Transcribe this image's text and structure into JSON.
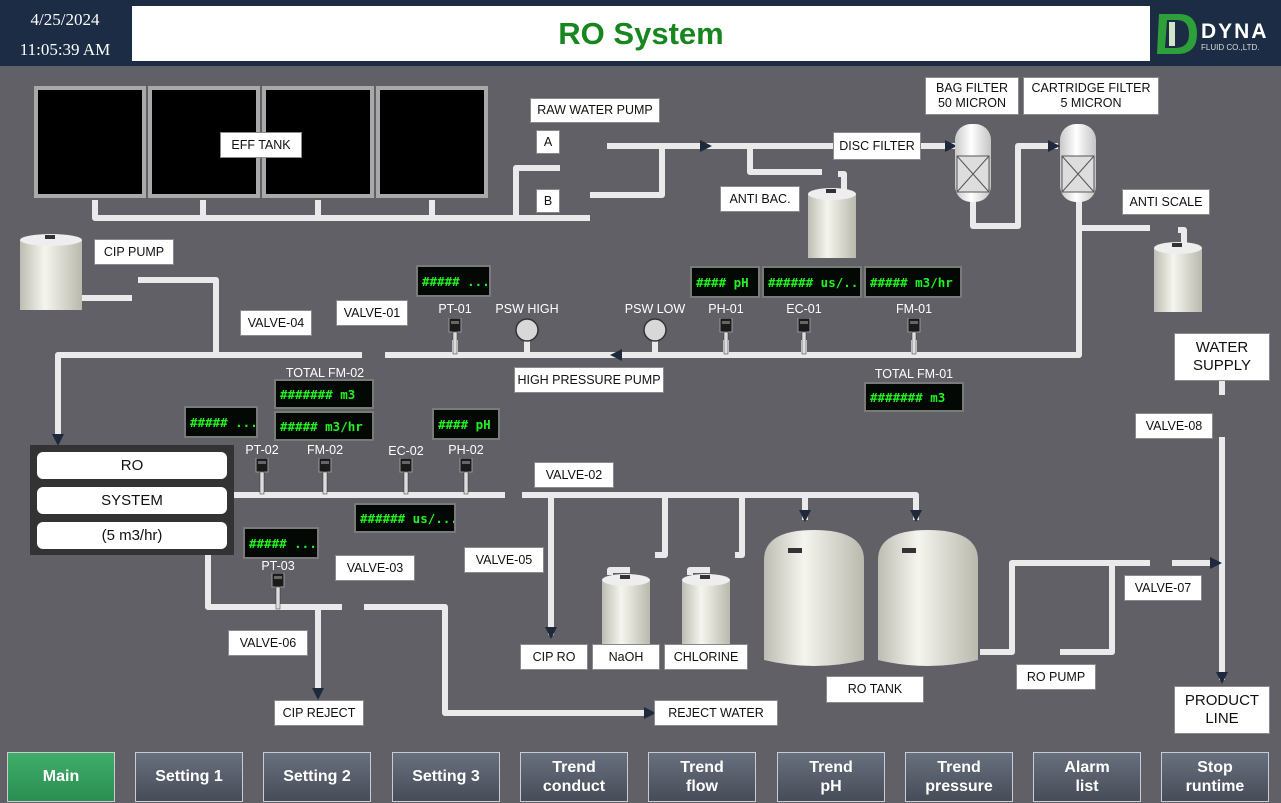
{
  "header": {
    "date": "4/25/2024",
    "time": "11:05:39 AM",
    "title": "RO System",
    "logo_text": "DYNA",
    "logo_sub": "FLUID CO.,LTD."
  },
  "labels": {
    "eff_tank": "EFF TANK",
    "raw_water_pump": "RAW WATER PUMP",
    "pump_a": "A",
    "pump_b": "B",
    "disc_filter": "DISC FILTER",
    "bag_filter_1": "BAG FILTER",
    "bag_filter_2": "50 MICRON",
    "cartridge_filter_1": "CARTRIDGE FILTER",
    "cartridge_filter_2": "5 MICRON",
    "anti_bac": "ANTI BAC.",
    "anti_scale": "ANTI SCALE",
    "cip_pump": "CIP PUMP",
    "valve_04": "VALVE-04",
    "valve_01": "VALVE-01",
    "high_pressure_pump": "HIGH PRESSURE PUMP",
    "total_fm_02": "TOTAL FM-02",
    "total_fm_01": "TOTAL FM-01",
    "water_supply_1": "WATER",
    "water_supply_2": "SUPPLY",
    "valve_08": "VALVE-08",
    "valve_02": "VALVE-02",
    "valve_05": "VALVE-05",
    "valve_03": "VALVE-03",
    "valve_06": "VALVE-06",
    "valve_07": "VALVE-07",
    "cip_ro": "CIP RO",
    "naoh": "NaOH",
    "chlorine": "CHLORINE",
    "ro_tank": "RO TANK",
    "ro_pump": "RO PUMP",
    "cip_reject": "CIP REJECT",
    "reject_water": "REJECT WATER",
    "product_line_1": "PRODUCT",
    "product_line_2": "LINE"
  },
  "ro_system": {
    "line1": "RO",
    "line2": "SYSTEM",
    "line3": "(5 m3/hr)"
  },
  "tags": {
    "pt_01": "PT-01",
    "psw_high": "PSW HIGH",
    "psw_low": "PSW LOW",
    "ph_01": "PH-01",
    "ec_01": "EC-01",
    "fm_01": "FM-01",
    "pt_02": "PT-02",
    "fm_02": "FM-02",
    "ec_02": "EC-02",
    "ph_02": "PH-02",
    "pt_03": "PT-03"
  },
  "displays": {
    "pt_01": "##### ...",
    "ph_01": "#### pH",
    "ec_01": "###### us/...",
    "fm_01": "##### m3/hr",
    "total_fm_02": "####### m3",
    "fm_02": "##### m3/hr",
    "pt_02": "##### ...",
    "ph_02": "#### pH",
    "ec_02": "###### us/...",
    "pt_03": "##### ...",
    "total_fm_01": "####### m3"
  },
  "nav": [
    {
      "label": "Main",
      "active": true
    },
    {
      "label": "Setting 1"
    },
    {
      "label": "Setting 2"
    },
    {
      "label": "Setting 3"
    },
    {
      "label": "Trend conduct"
    },
    {
      "label": "Trend flow"
    },
    {
      "label": "Trend pH"
    },
    {
      "label": "Trend pressure"
    },
    {
      "label": "Alarm list"
    },
    {
      "label": "Stop runtime"
    }
  ],
  "colors": {
    "display_text": "#22f022",
    "title": "#17861f",
    "background": "#626067",
    "header": "#1b2c44",
    "active_button": "#2f9a5a"
  }
}
